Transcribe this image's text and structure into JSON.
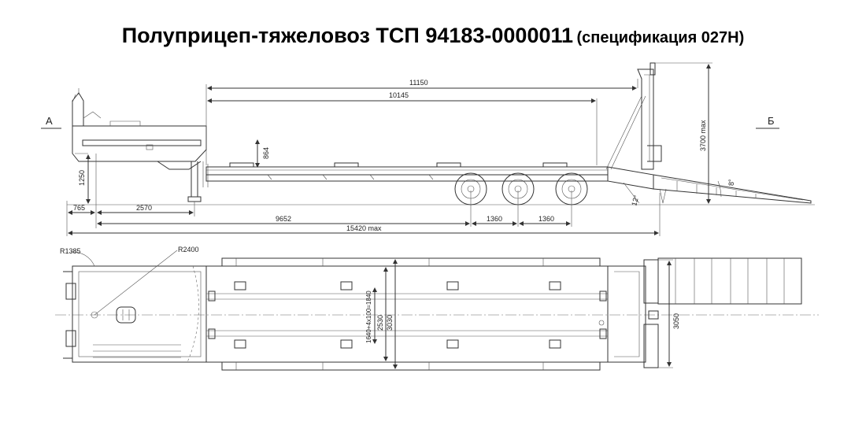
{
  "title": {
    "main": "Полуприцеп-тяжеловоз ТСП 94183-0000011",
    "spec": "(спецификация 027Н)"
  },
  "side_view": {
    "view_labels": {
      "left": "А",
      "right": "Б"
    },
    "dimensions": {
      "overall_deck": "11150",
      "deck_length": "10145",
      "gooseneck_height": "864",
      "kingpin_height": "1250",
      "front_overhang": "765",
      "kingpin_to_leg": "2570",
      "kingpin_to_axle": "9652",
      "axle_spacing_1": "1360",
      "axle_spacing_2": "1360",
      "overall_length": "15420 max",
      "ramp_height": "3700 max",
      "ramp_angle": "8°",
      "departure_angle": "12°"
    }
  },
  "top_view": {
    "dimensions": {
      "turning_radius_front": "R1385",
      "turning_radius_swing": "R2400",
      "inner_width": "2530",
      "outer_width": "3030",
      "ramp_width": "3050",
      "twistlock_spacing": "1640+4x100=1840"
    }
  }
}
